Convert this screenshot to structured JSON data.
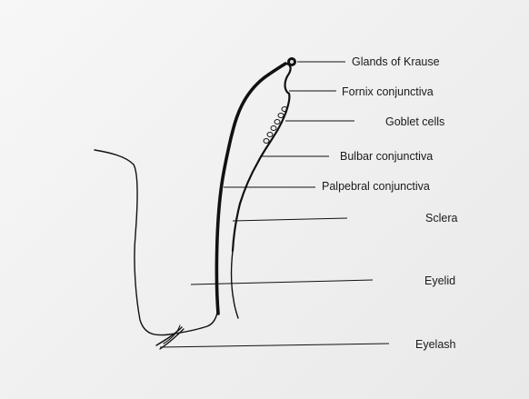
{
  "diagram": {
    "labels": {
      "glands_of_krause": "Glands of Krause",
      "fornix_conjunctiva": "Fornix conjunctiva",
      "goblet_cells": "Goblet cells",
      "bulbar_conjunctiva": "Bulbar conjunctiva",
      "palpebral_conjunctiva": "Palpebral conjunctiva",
      "sclera": "Sclera",
      "eyelid": "Eyelid",
      "eyelash": "Eyelash"
    },
    "colors": {
      "ink": "#111111",
      "background": "#f2f2f2"
    }
  }
}
